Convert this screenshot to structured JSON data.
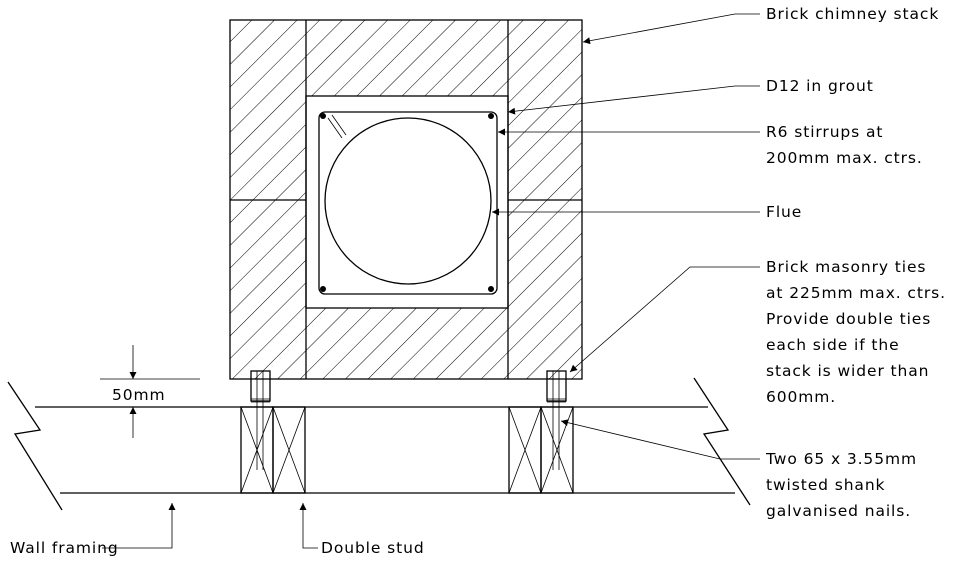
{
  "labels": {
    "chimney": "Brick chimney stack",
    "d12": "D12 in grout",
    "stirrups_1": "R6 stirrups at",
    "stirrups_2": "200mm max. ctrs.",
    "flue": "Flue",
    "ties_1": "Brick masonry ties",
    "ties_2": "at 225mm max. ctrs.",
    "ties_3": "Provide double ties",
    "ties_4": "each side if the",
    "ties_5": "stack is wider than",
    "ties_6": "600mm.",
    "nails_1": "Two 65 x 3.55mm",
    "nails_2": "twisted shank",
    "nails_3": "galvanised nails.",
    "dimension": "50mm",
    "wall_framing": "Wall framing",
    "double_stud": "Double stud"
  },
  "colors": {
    "line": "#000000",
    "background": "#ffffff"
  }
}
